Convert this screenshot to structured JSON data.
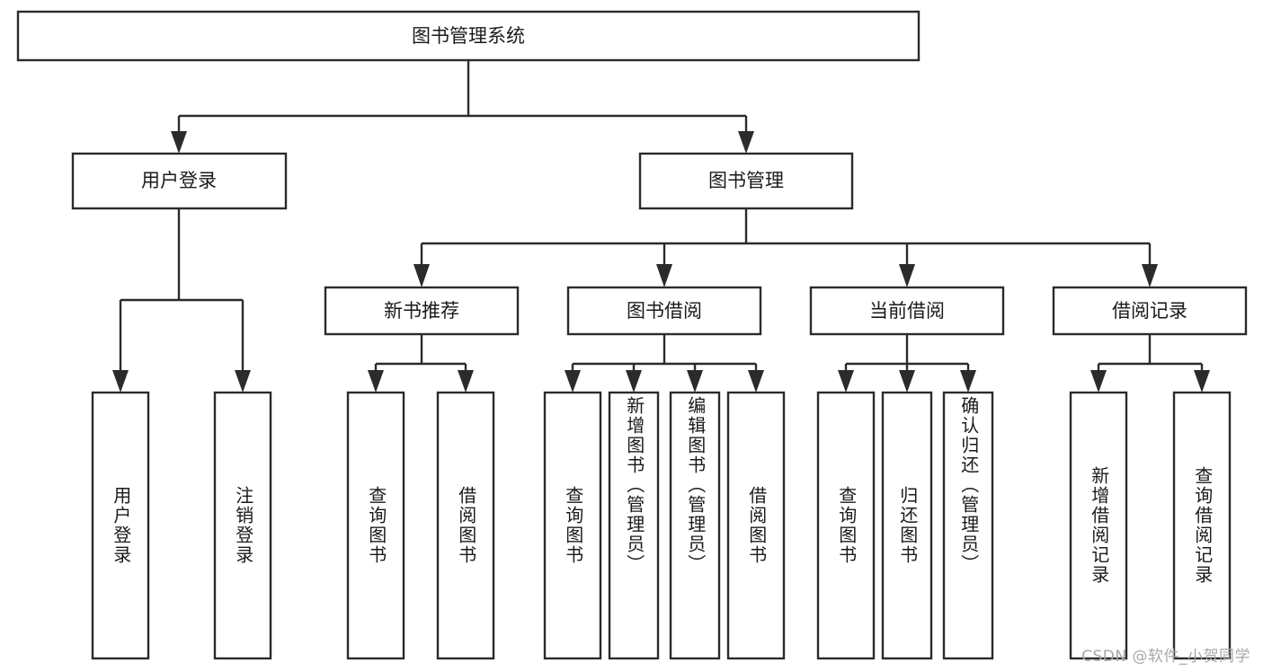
{
  "diagram": {
    "type": "tree",
    "orientation": "top-down",
    "root": {
      "id": "root",
      "label": "图书管理系统"
    },
    "level1": [
      {
        "id": "user-login",
        "label": "用户登录"
      },
      {
        "id": "book-manage",
        "label": "图书管理"
      }
    ],
    "level2": [
      {
        "id": "new-book-recommend",
        "label": "新书推荐",
        "parent": "book-manage"
      },
      {
        "id": "book-borrow",
        "label": "图书借阅",
        "parent": "book-manage"
      },
      {
        "id": "current-borrow",
        "label": "当前借阅",
        "parent": "book-manage"
      },
      {
        "id": "borrow-record",
        "label": "借阅记录",
        "parent": "book-manage"
      }
    ],
    "leaves": {
      "user-login": [
        {
          "id": "leaf-user-login",
          "label": "用户登录"
        },
        {
          "id": "leaf-user-logout",
          "label": "注销登录"
        }
      ],
      "new-book-recommend": [
        {
          "id": "leaf-query-book-1",
          "label": "查询图书"
        },
        {
          "id": "leaf-borrow-book-1",
          "label": "借阅图书"
        }
      ],
      "book-borrow": [
        {
          "id": "leaf-query-book-2",
          "label": "查询图书"
        },
        {
          "id": "leaf-add-book",
          "label": "新增图书（管理员）"
        },
        {
          "id": "leaf-edit-book",
          "label": "编辑图书（管理员）"
        },
        {
          "id": "leaf-borrow-book-2",
          "label": "借阅图书"
        }
      ],
      "current-borrow": [
        {
          "id": "leaf-query-book-3",
          "label": "查询图书"
        },
        {
          "id": "leaf-return-book",
          "label": "归还图书"
        },
        {
          "id": "leaf-confirm-return",
          "label": "确认归还（管理员）"
        }
      ],
      "borrow-record": [
        {
          "id": "leaf-add-record",
          "label": "新增借阅记录"
        },
        {
          "id": "leaf-query-record",
          "label": "查询借阅记录"
        }
      ]
    }
  },
  "watermark": {
    "text": "CSDN @软件_小贺同学"
  },
  "colors": {
    "stroke": "#2b2b2b",
    "box_fill": "#ffffff",
    "text": "#1a1a1a",
    "canvas": "#ffffff",
    "watermark": "#a8a8a8"
  }
}
